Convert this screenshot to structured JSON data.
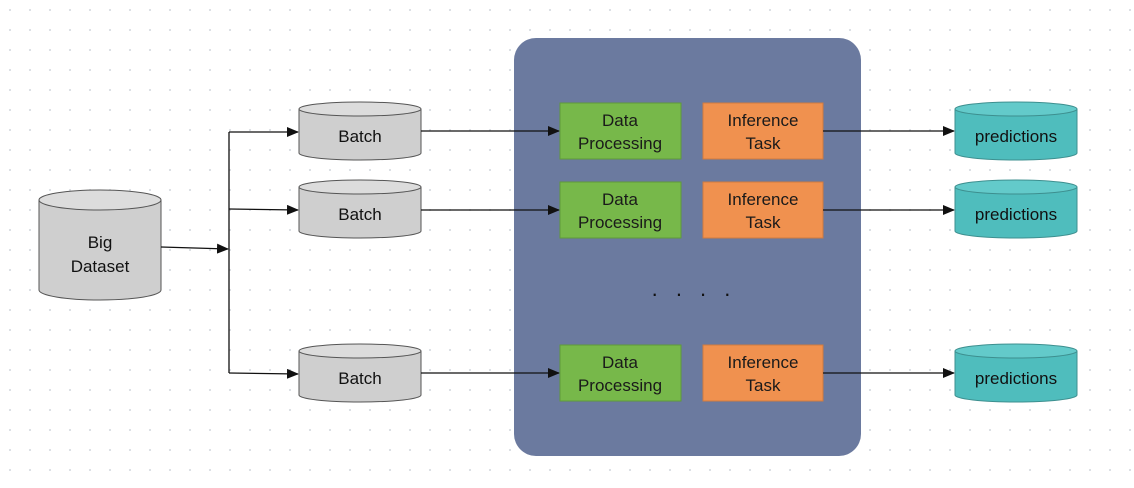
{
  "dataset": {
    "line1": "Big",
    "line2": "Dataset"
  },
  "batches": [
    {
      "label": "Batch"
    },
    {
      "label": "Batch"
    },
    {
      "label": "Batch"
    }
  ],
  "pipelines": [
    {
      "processing": {
        "line1": "Data",
        "line2": "Processing"
      },
      "inference": {
        "line1": "Inference",
        "line2": "Task"
      }
    },
    {
      "processing": {
        "line1": "Data",
        "line2": "Processing"
      },
      "inference": {
        "line1": "Inference",
        "line2": "Task"
      }
    },
    {
      "processing": {
        "line1": "Data",
        "line2": "Processing"
      },
      "inference": {
        "line1": "Inference",
        "line2": "Task"
      }
    }
  ],
  "ellipsis": ". . . .",
  "outputs": [
    {
      "label": "predictions"
    },
    {
      "label": "predictions"
    },
    {
      "label": "predictions"
    }
  ],
  "colors": {
    "cluster": "#6b7a9f",
    "batch": "#cfcfcf",
    "dataset": "#cfcfcf",
    "processing": "#77b84a",
    "inference": "#f0914f",
    "predictions": "#4fbdbd",
    "stroke": "#333333"
  }
}
